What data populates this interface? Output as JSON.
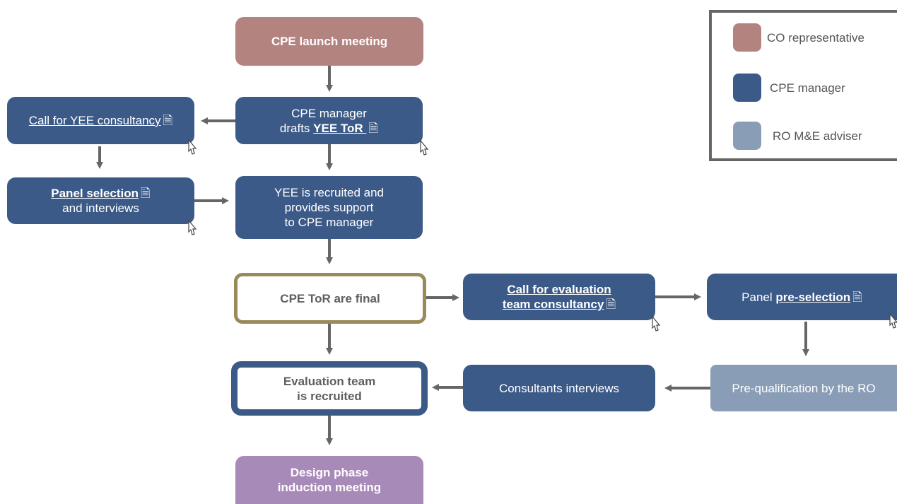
{
  "colors": {
    "co": "#b3837f",
    "cpe": "#3c5a88",
    "ro": "#8a9db6",
    "final": "#a88ab8",
    "gold": "#9a8a5a",
    "arrow": "#666666"
  },
  "nodes": {
    "launch": "CPE launch meeting",
    "drafts_line1": "CPE manager",
    "drafts_prefix": "drafts ",
    "drafts_link": "YEE ToR ",
    "call_yee": "Call for YEE consultancy",
    "panel_selection": "Panel selection",
    "panel_selection_suffix": "and interviews",
    "yee_recruited_l1": "YEE is recruited and",
    "yee_recruited_l2": "provides support",
    "yee_recruited_l3": "to CPE manager",
    "tor_final": "CPE ToR are final",
    "call_eval_l1": "Call for evaluation",
    "call_eval_l2": "team consultancy",
    "panel_pre_prefix": "Panel ",
    "panel_pre_link": "pre-selection",
    "eval_team_l1": "Evaluation team",
    "eval_team_l2": "is recruited",
    "interviews": "Consultants interviews",
    "prequal": "Pre-qualification by the RO",
    "induction_l1": "Design phase",
    "induction_l2": "induction meeting"
  },
  "legend": {
    "items": [
      {
        "label": "CO representative",
        "color": "#b3837f"
      },
      {
        "label": "CPE manager",
        "color": "#3c5a88"
      },
      {
        "label": "RO M&E adviser",
        "color": "#8a9db6"
      }
    ]
  },
  "icons": {
    "document": "document-icon",
    "cursor": "hand-cursor-icon"
  }
}
